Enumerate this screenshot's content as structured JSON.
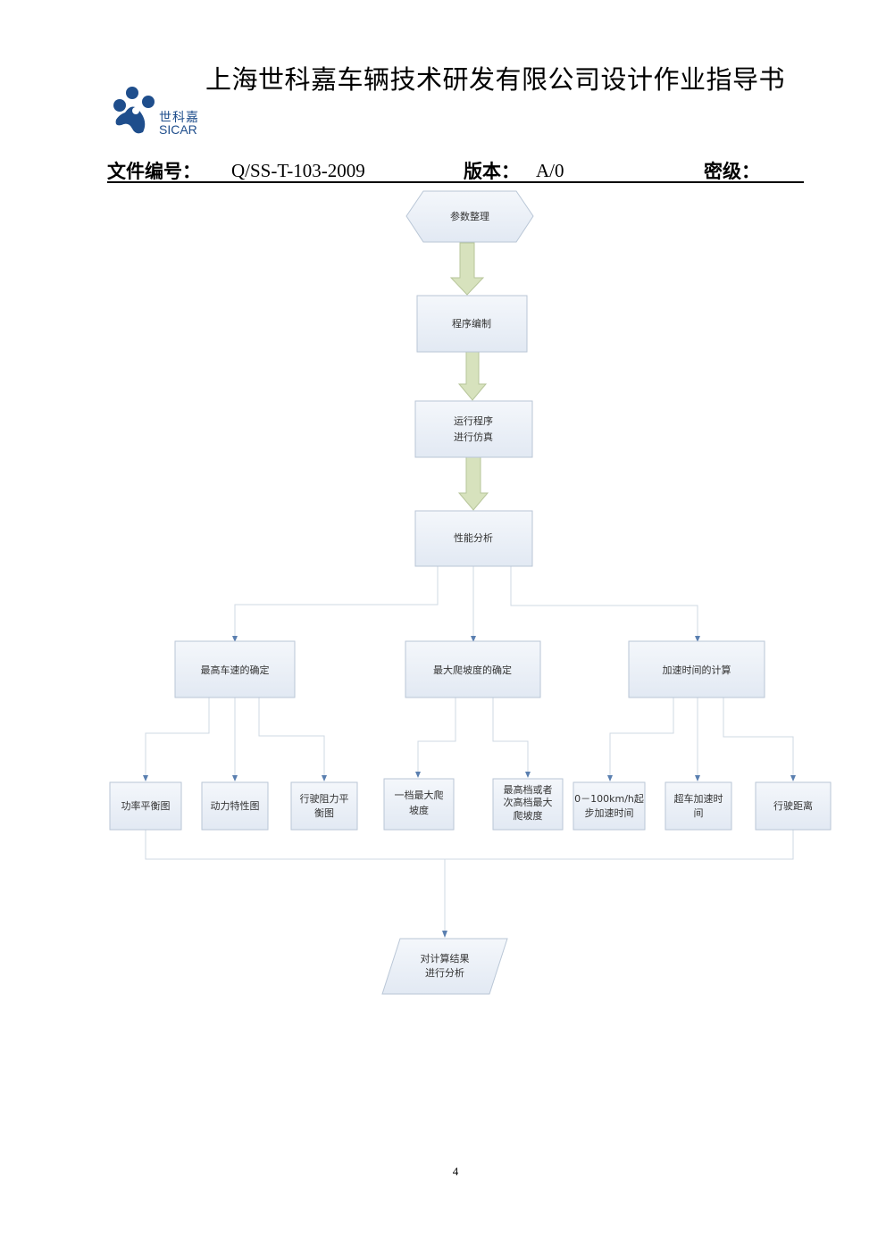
{
  "header": {
    "company_title": "上海世科嘉车辆技术研发有限公司设计作业指导书",
    "logo_cn": "世科嘉",
    "logo_en": "SICAR",
    "doc_no_label": "文件编号：",
    "doc_no_value": "Q/SS-T-103-2009",
    "version_label": "版本：",
    "version_value": "A/0",
    "secret_label": "密级："
  },
  "flow": {
    "step1": "参数整理",
    "step2": "程序编制",
    "step3_line1": "运行程序",
    "step3_line2": "进行仿真",
    "step4": "性能分析",
    "branch_a": "最高车速的确定",
    "branch_b": "最大爬坡度的确定",
    "branch_c": "加速时间的计算",
    "leaf_a1": "功率平衡图",
    "leaf_a2": "动力特性图",
    "leaf_a3_line1": "行驶阻力平",
    "leaf_a3_line2": "衡图",
    "leaf_b1_line1": "一档最大爬",
    "leaf_b1_line2": "坡度",
    "leaf_b2_line1": "最高档或者",
    "leaf_b2_line2": "次高档最大",
    "leaf_b2_line3": "爬坡度",
    "leaf_c1_line1": "0－100km/h起",
    "leaf_c1_line2": "步加速时间",
    "leaf_c2_line1": "超车加速时",
    "leaf_c2_line2": "间",
    "leaf_c3": "行驶距离",
    "final_line1": "对计算结果",
    "final_line2": "进行分析"
  },
  "footer": {
    "page_number": "4"
  },
  "colors": {
    "box_fill": "#eaf0f8",
    "box_border": "#a9b8cc",
    "arrow_fill": "#d7e2bd",
    "connector": "#7a9cc6"
  }
}
